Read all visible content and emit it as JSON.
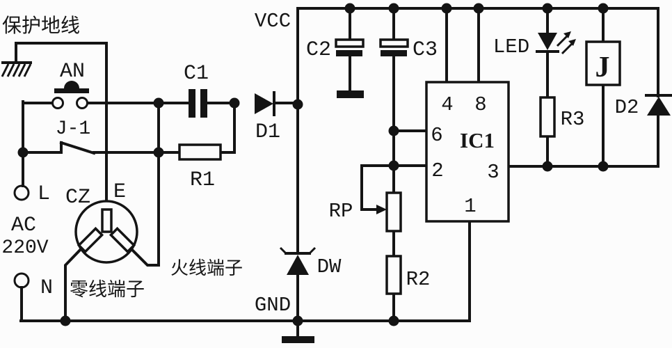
{
  "schematic": {
    "power": {
      "protect_earth_label": "保护地线",
      "ac_label": "AC",
      "voltage_label": "220V",
      "live_terminal_letter": "L",
      "neutral_terminal_letter": "N",
      "live_terminal_cn": "火线端子",
      "neutral_terminal_cn": "零线端子",
      "socket_label": "CZ",
      "earth_pin_label": "E"
    },
    "switches": {
      "push_button_label": "AN",
      "relay_contact_label": "J-1"
    },
    "supply": {
      "c1_label": "C1",
      "r1_label": "R1",
      "d1_label": "D1",
      "zener_label": "DW",
      "c2_label": "C2",
      "c3_label": "C3",
      "vcc_label": "VCC",
      "gnd_label": "GND"
    },
    "controller": {
      "ic_label": "IC1",
      "pin4": "4",
      "pin8": "8",
      "pin6": "6",
      "pin2": "2",
      "pin3": "3",
      "pin1": "1",
      "pot_label": "RP",
      "r2_label": "R2"
    },
    "output": {
      "led_label": "LED",
      "r3_label": "R3",
      "relay_coil_label": "J",
      "d2_label": "D2"
    },
    "colors": {
      "wire": "#141414",
      "background": "#fcfcfc",
      "relay_coil_letter": "#2b4a7a"
    }
  }
}
